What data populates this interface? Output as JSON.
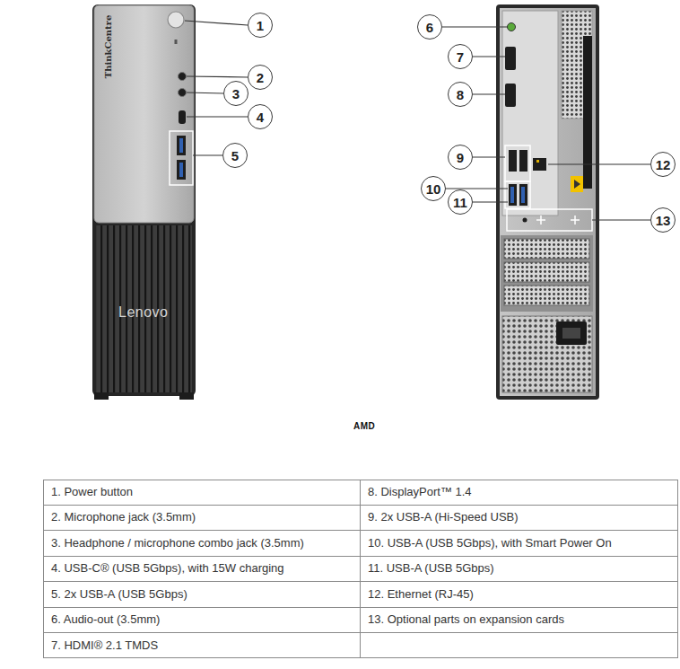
{
  "diagram": {
    "nodes": [
      {
        "text": [
          "1"
        ]
      },
      {
        "text": [
          "2"
        ]
      },
      {
        "text": [
          "3"
        ]
      },
      {
        "text": [
          "4"
        ]
      },
      {
        "text": [
          "5"
        ]
      },
      {
        "text": [
          "6"
        ]
      },
      {
        "text": [
          "7"
        ]
      },
      {
        "text": [
          "8"
        ]
      },
      {
        "text": [
          "9"
        ]
      },
      {
        "text": [
          "10"
        ]
      },
      {
        "text": [
          "11"
        ]
      },
      {
        "text": [
          "12"
        ]
      },
      {
        "text": [
          "13"
        ]
      }
    ],
    "labels": [
      "ThinkCentre",
      "Lenovo",
      "AMD",
      "1. Power button",
      "8. DisplayPort™ 1.4",
      "2. Microphone jack (3.5mm)",
      "9. 2x USB-A (Hi-Speed USB)",
      "3. Headphone / microphone combo jack (3.5mm)",
      "10. USB-A (USB 5Gbps), with Smart Power On",
      "4. USB-C® (USB 5Gbps), with 15W charging",
      "11. USB-A (USB 5Gbps)",
      "5. 2x USB-A (USB 5Gbps)",
      "12. Ethernet (RJ-45)",
      "6. Audio-out (3.5mm)",
      "13. Optional parts on expansion cards",
      "7. HDMI® 2.1 TMDS"
    ]
  }
}
